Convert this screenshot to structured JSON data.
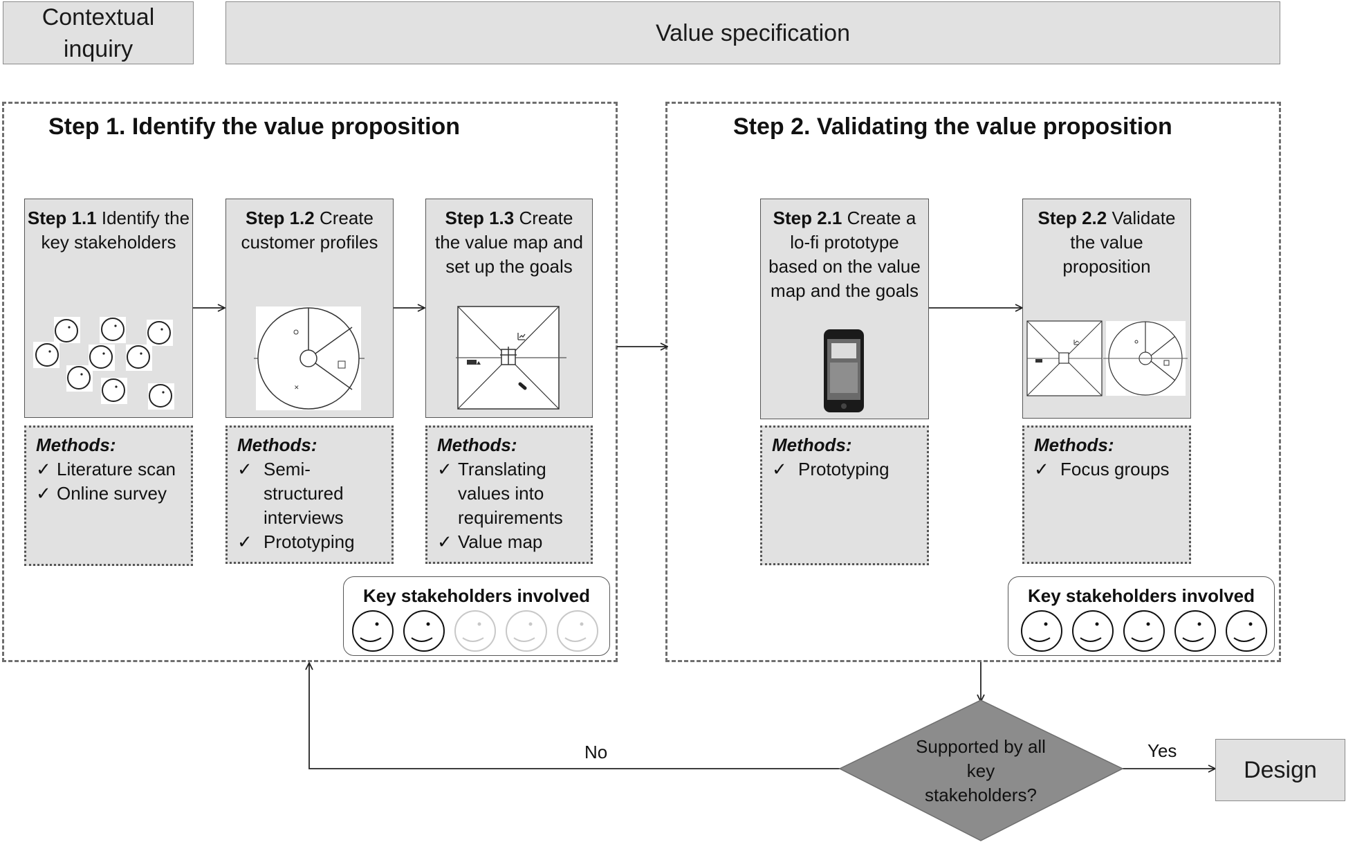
{
  "header": {
    "contextual_inquiry": "Contextual inquiry",
    "value_specification": "Value specification"
  },
  "step1": {
    "title": "Step 1. Identify the value proposition",
    "cards": [
      {
        "num": "Step 1.1",
        "text": " Identify the key stakeholders",
        "methods_label": "Methods:",
        "methods": [
          "Literature scan",
          "Online survey"
        ]
      },
      {
        "num": "Step 1.2",
        "text": " Create customer profiles",
        "methods_label": "Methods:",
        "methods": [
          "Semi-structured interviews",
          "Prototyping"
        ]
      },
      {
        "num": "Step 1.3",
        "text": " Create the value map and set up the goals",
        "methods_label": "Methods:",
        "methods": [
          "Translating values into requirements",
          "Value map"
        ]
      }
    ],
    "stakeholders_label": "Key stakeholders involved"
  },
  "step2": {
    "title": "Step 2. Validating the value proposition",
    "cards": [
      {
        "num": "Step 2.1",
        "text": " Create a lo-fi prototype based on the value map and the goals",
        "methods_label": "Methods:",
        "methods": [
          "Prototyping"
        ]
      },
      {
        "num": "Step 2.2",
        "text": " Validate the value proposition",
        "methods_label": "Methods:",
        "methods": [
          "Focus groups"
        ]
      }
    ],
    "stakeholders_label": "Key stakeholders involved"
  },
  "decision": {
    "question": "Supported by all key stakeholders?",
    "no_label": "No",
    "yes_label": "Yes"
  },
  "design_label": "Design",
  "checkmark": "✓",
  "icons": [
    "face-icon",
    "value-proposition-canvas-icon",
    "value-map-icon",
    "phone-prototype-icon",
    "gift-icon"
  ]
}
